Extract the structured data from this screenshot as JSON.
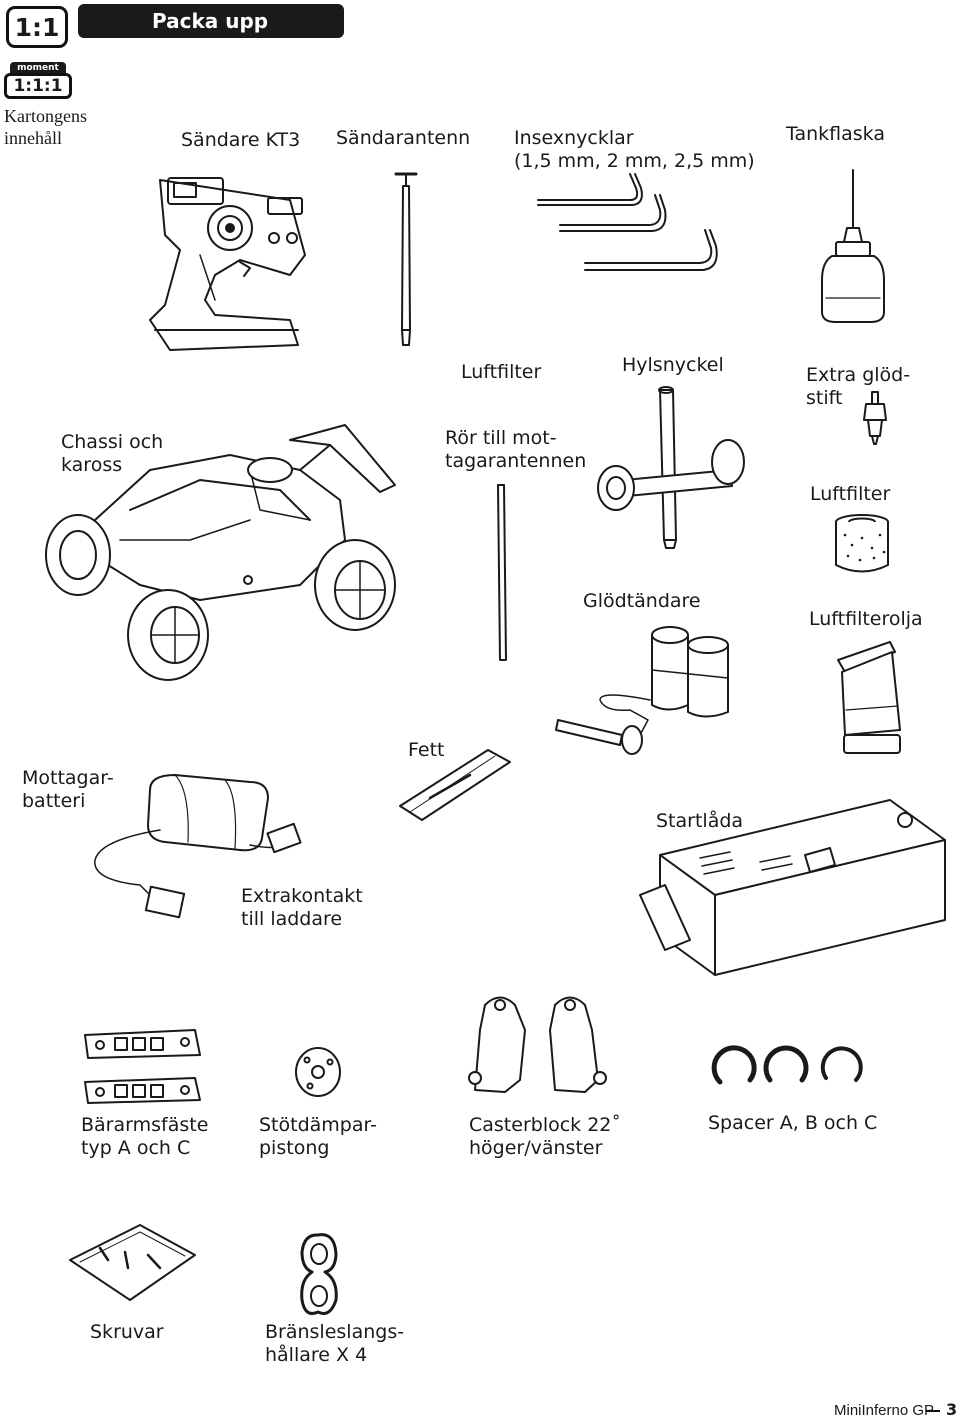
{
  "header": {
    "badge": "1:1",
    "title": "Packa upp",
    "moment_top": "moment",
    "moment_bottom": "1:1:1"
  },
  "section_title": "Kartongens\ninnehåll",
  "labels": {
    "transmitter": "Sändare KT3",
    "antenna": "Sändarantenn",
    "hex_keys": "Insexnycklar\n(1,5 mm, 2 mm, 2,5 mm)",
    "fuel_bottle": "Tankflaska",
    "chassis": "Chassi och\nkaross",
    "air_filter_top": "Luftfilter",
    "antenna_tube": "Rör till mot-\ntagarantennen",
    "socket_wrench": "Hylsnyckel",
    "glow_plug": "Extra glöd-\nstift",
    "air_filter_right": "Luftfilter",
    "glow_starter": "Glödtändare",
    "filter_oil": "Luftfilterolja",
    "receiver_battery": "Mottagar-\nbatteri",
    "grease": "Fett",
    "start_box": "Startlåda",
    "extra_connector": "Extrakontakt\ntill laddare",
    "arm_mount": "Bärarmsfäste\ntyp A och C",
    "damper_piston": "Stötdämpar-\npistong",
    "caster_block": "Casterblock 22˚\nhöger/vänster",
    "spacers": "Spacer A, B och C",
    "screws": "Skruvar",
    "fuel_holder": "Bränsleslangs-\nhållare X 4"
  },
  "footer": {
    "product": "MiniInferno GP",
    "page_number": "3"
  }
}
